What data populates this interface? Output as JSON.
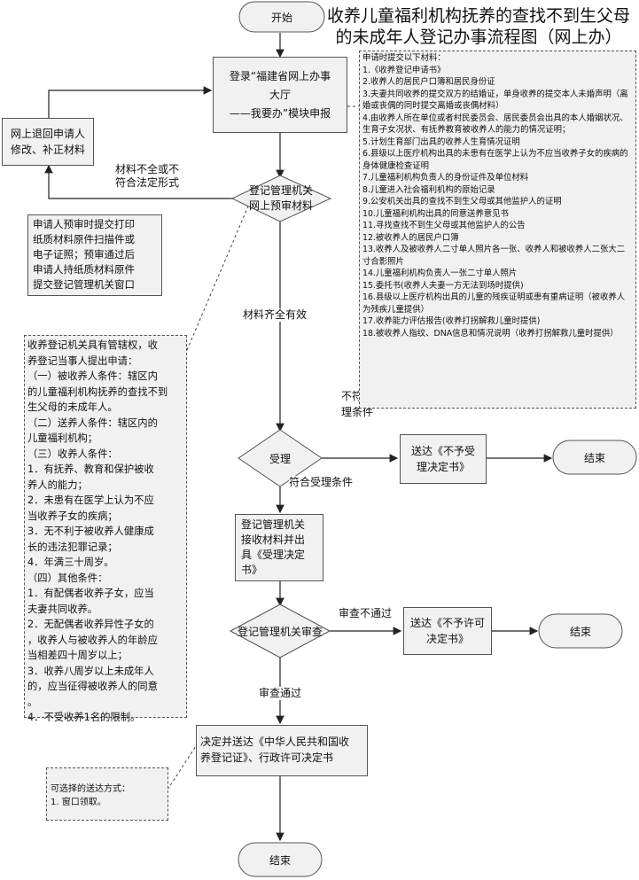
{
  "title": "收养儿童福利机构抚养的查找不到生父母\n的未成年人登记办事流程图（网上办）",
  "nodes": {
    "start": "开始",
    "login": "登录“福建省网上办事\n大厅\n——我要办”模块申报",
    "return_box": "网上退回申请人\n修改、补正材料",
    "precheck": "登记管理机关\n网上预审材料",
    "accept": "受理",
    "deliver_reject": "送达《不予受\n理决定书》",
    "end1": "结束",
    "receive": "登记管理机关\n接收材料并出\n具《受理决定\n书》",
    "review": "登记管理机关审查",
    "deliver_deny": "送达《不予许可\n决定书》",
    "end2": "结束",
    "decide": "决定并送达《中华人民共和国收\n养登记证》、行政许可决定书",
    "end3": "结束"
  },
  "edge_labels": {
    "incomplete": "材料不全或不\n符合法定形式",
    "complete": "材料齐全有效",
    "not_meet": "不符合受\n理条件",
    "meet": "符合受理条件",
    "fail": "审查不通过",
    "pass": "审查通过"
  },
  "notes": {
    "paper": "申请人预审时提交打印\n纸质材料原件扫描件或\n电子证照；预审通过后\n申请人持纸质材料原件\n提交登记管理机关窗口",
    "conditions": "收养登记机关具有管辖权，收\n养登记当事人提出申请：\n（一）被收养人条件：辖区内\n的儿童福利机构抚养的查找不到\n生父母的未成年人。\n（二）送养人条件：辖区内的\n儿童福利机构；\n（三）收养人条件：\n1．有抚养、教育和保护被收\n养人的能力；\n2．未患有在医学上认为不应\n当收养子女的疾病；\n3．无不利于被收养人健康成\n长的违法犯罪记录；\n4．年满三十周岁。\n（四）其他条件：\n1．有配偶者收养子女，应当\n夫妻共同收养。\n2．无配偶者收养异性子女的\n，收养人与被收养人的年龄应\n当相差四十周岁以上；\n3．收养八周岁以上未成年人\n的，应当征得被收养人的同意\n。\n4．不受收养1名的限制。",
    "delivery": "可选择的送达方式：\n1. 窗口领取。",
    "materials": "申请时提交以下材料：\n1.《收养登记申请书》\n2.收养人的居民户口簿和居民身份证\n3.夫妻共同收养的提交双方的结婚证，单身收养的提交本人未婚声明（离婚或丧偶的同时提交离婚或丧偶材料）\n4.由收养人所在单位或者村民委员会、居民委员会出具的本人婚姻状况、生育子女况状、有抚养教育被收养人的能力的情况证明；\n5.计划生育部门出具的收养人生育情况证明\n6.县级以上医疗机构出具的未患有在医学上认为不应当收养子女的疾病的身体健康检查证明\n7.儿童福利机构负责人的身份证件及单位材料\n8.儿童进入社会福利机构的原始记录\n9.公安机关出具的查找不到生父母或其他监护人的证明\n10.儿童福利机构出具的同意送养意见书\n11.寻找查找不到生父母或其他监护人的公告\n12.被收养人的居民户口簿\n13.收养人及被收养人二寸单人照片各一张、收养人和被收养人二张大二寸合影照片\n14.儿童福利机构负责人一张二寸单人照片\n15.委托书(收养人夫妻一方无法到场时提供)\n16.县级以上医疗机构出具的儿童的残疾证明或患有重病证明（被收养人为残疾儿童提供）\n17.收养能力评估报告(收养打拐解救儿童时提供)\n18.被收养人指纹、DNA信息和情况说明（收养打拐解救儿童时提供）"
  }
}
